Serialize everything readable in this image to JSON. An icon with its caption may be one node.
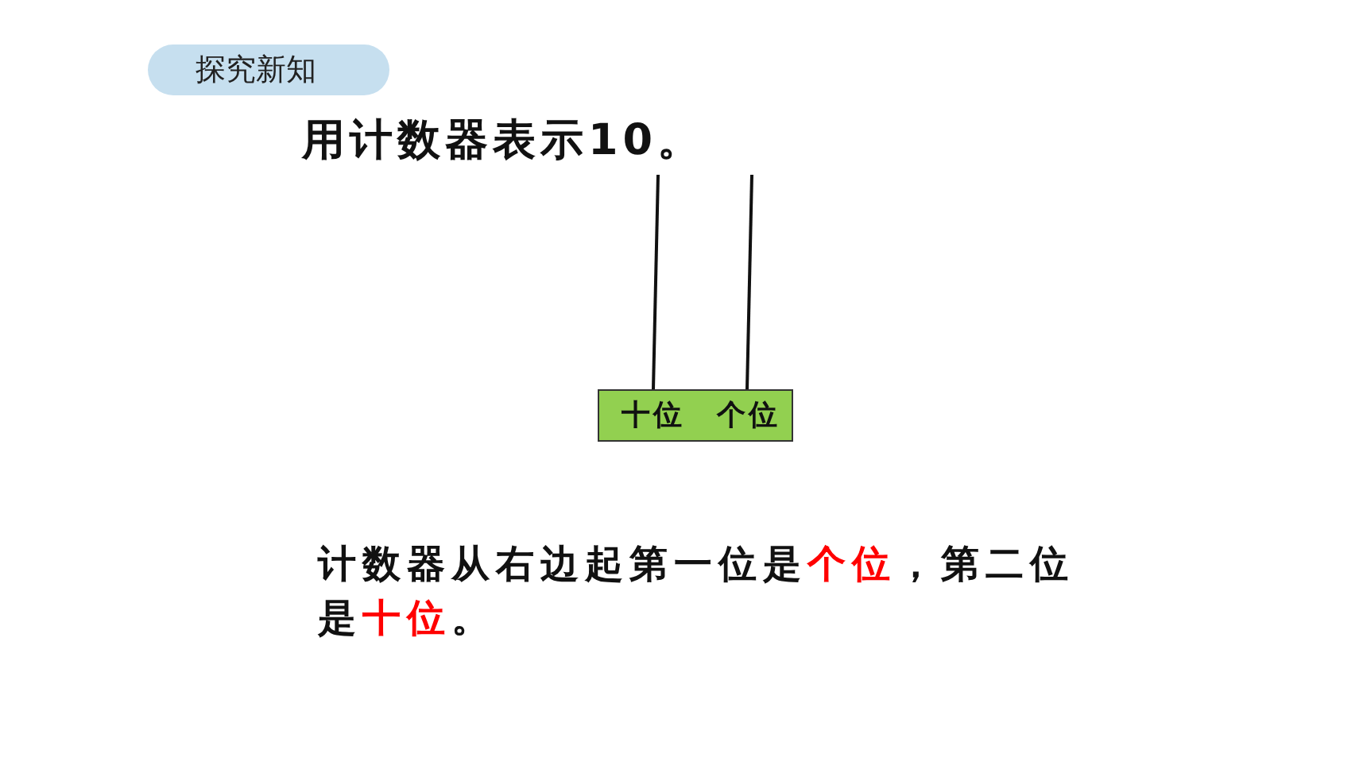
{
  "diagram": {
    "title": "用计数器表示10。",
    "nodes": [
      {
        "text": [
          "探究新知"
        ]
      },
      {
        "text": [
          "十位",
          "个位"
        ]
      }
    ],
    "labels": [
      "计数器从右边起第一位是**个位**，第二位是**十位**。"
    ]
  }
}
